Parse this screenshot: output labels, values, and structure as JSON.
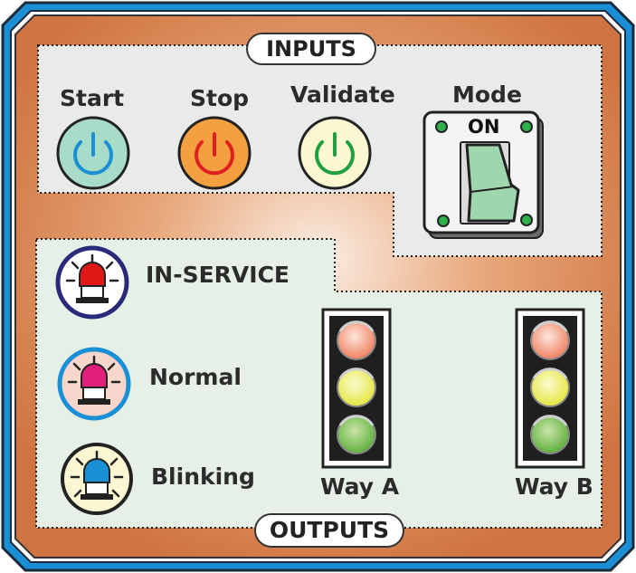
{
  "panel": {
    "inputs_title": "INPUTS",
    "outputs_title": "OUTPUTS"
  },
  "colors": {
    "frame_outer": "#1a8fd6",
    "frame_fill": "#d9854e",
    "inputs_bg": "#e9eaea",
    "outputs_bg": "#e6f0e6",
    "start_button": "#a8dcc8",
    "stop_button": "#f5a040",
    "validate_button": "#fbf7d2"
  },
  "inputs": {
    "start": {
      "label": "Start",
      "icon": "power-icon"
    },
    "stop": {
      "label": "Stop",
      "icon": "power-icon"
    },
    "validate": {
      "label": "Validate",
      "icon": "power-icon"
    },
    "mode": {
      "label": "Mode",
      "state": "ON"
    }
  },
  "outputs": {
    "in_service": {
      "label": "IN-SERVICE",
      "icon": "beacon-icon",
      "light_color": "#e01818"
    },
    "normal": {
      "label": "Normal",
      "icon": "beacon-icon",
      "light_color": "#e0207a"
    },
    "blinking": {
      "label": "Blinking",
      "icon": "beacon-icon",
      "light_color": "#1a8fd6"
    },
    "way_a": {
      "label": "Way A",
      "icon": "traffic-light-icon"
    },
    "way_b": {
      "label": "Way B",
      "icon": "traffic-light-icon"
    }
  }
}
